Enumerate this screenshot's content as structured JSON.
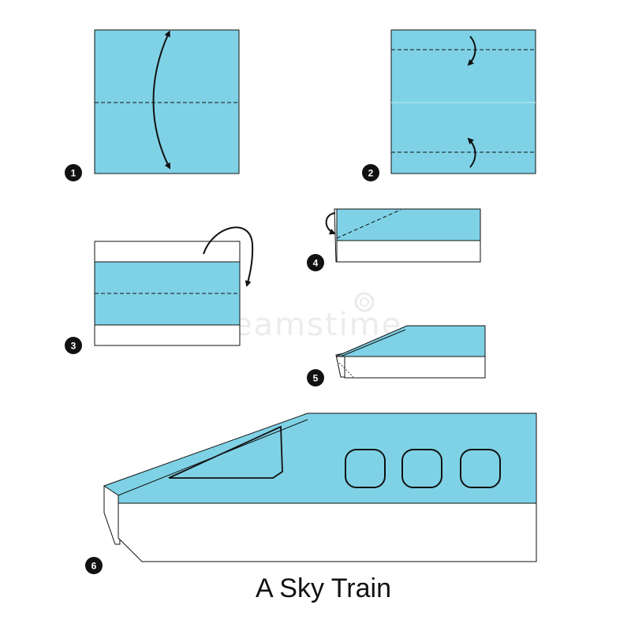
{
  "title": "A Sky Train",
  "watermark": "dreamstime",
  "colors": {
    "paper_blue": "#7fd2e6",
    "paper_white": "#ffffff",
    "outline": "#111111",
    "badge": "#111111"
  },
  "steps": [
    {
      "number": "1"
    },
    {
      "number": "2"
    },
    {
      "number": "3"
    },
    {
      "number": "4"
    },
    {
      "number": "5"
    },
    {
      "number": "6"
    }
  ]
}
